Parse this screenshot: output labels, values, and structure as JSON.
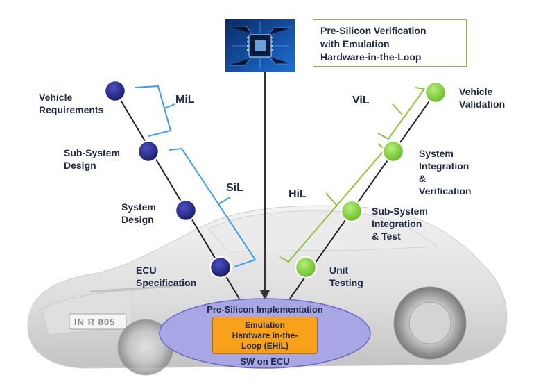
{
  "left_stages": [
    {
      "label_lines": [
        "Vehicle",
        "Requirements"
      ]
    },
    {
      "label_lines": [
        "Sub-System",
        "Design"
      ]
    },
    {
      "label_lines": [
        "System",
        "Design"
      ]
    },
    {
      "label_lines": [
        "ECU",
        "Specification"
      ]
    }
  ],
  "right_stages": [
    {
      "label_lines": [
        "Vehicle",
        "Validation"
      ]
    },
    {
      "label_lines": [
        "System",
        "Integration",
        "&",
        "Verification"
      ]
    },
    {
      "label_lines": [
        "Sub-System",
        "Integration",
        "& Test"
      ]
    },
    {
      "label_lines": [
        "Unit",
        "Testing"
      ]
    }
  ],
  "brackets": {
    "mil": "MiL",
    "sil": "SiL",
    "vil": "ViL",
    "hil": "HiL"
  },
  "top_box": {
    "lines": [
      "Pre-Silicon Verification",
      "with Emulation",
      "Hardware-in-the-Loop"
    ]
  },
  "base": {
    "title": "Pre-Silicon Implementation",
    "emulation_lines": [
      "Emulation",
      "Hardware in-the-",
      "Loop (EHiL)"
    ],
    "footer": "SW on ECU"
  },
  "license_plate": "IN R 805",
  "colors": {
    "left_node": "#2b2f8c",
    "right_node": "#8ed84a",
    "sil_mil_bracket": "#3a9ef0",
    "hil_vil_bracket": "#8fc33a",
    "box_border": "#8fb24a",
    "ellipse": "#a9a6e6",
    "emulation_box": "#f7a21a"
  },
  "icons": [
    "chip-icon",
    "car-image"
  ]
}
